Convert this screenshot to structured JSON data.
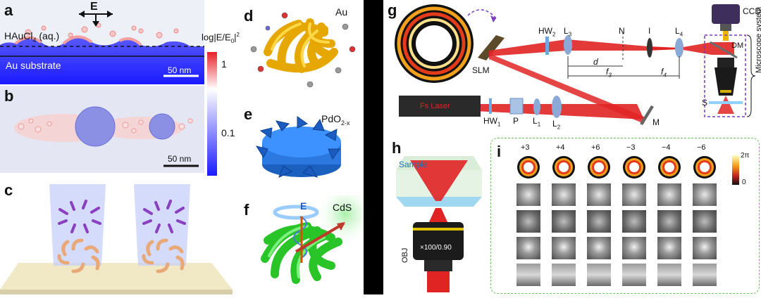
{
  "panels": {
    "a": {
      "label": "a",
      "field_symbol": "E",
      "solution_label_main": "HAuCl",
      "solution_label_sub": "4",
      "solution_label_tail": " (aq.)",
      "substrate_label": "Au substrate",
      "scale_bar": "50 nm"
    },
    "b": {
      "label": "b",
      "scale_bar": "50 nm"
    },
    "colorbar": {
      "title": "log|E/E",
      "title_sub": "0",
      "title_tail": "|",
      "title_sup": "2",
      "tick_high": "1",
      "tick_low": "0.1",
      "colors": [
        "#e8202a",
        "#ffffff",
        "#1a1aff"
      ]
    },
    "c": {
      "label": "c"
    },
    "d": {
      "label": "d",
      "material": "Au"
    },
    "e": {
      "label": "e",
      "material": "PdO",
      "material_sub": "2-x"
    },
    "f": {
      "label": "f",
      "material": "CdS",
      "field_symbol": "E"
    },
    "g": {
      "label": "g",
      "components": {
        "slm": "SLM",
        "hw2": "HW",
        "hw2_sub": "2",
        "l3": "L",
        "l3_sub": "3",
        "n": "N",
        "i": "I",
        "l4": "L",
        "l4_sub": "4",
        "ccd": "CCD",
        "dm": "DM",
        "d": "d",
        "f3": "f",
        "f3_sub": "3",
        "f4": "f",
        "f4_sub": "4",
        "laser": "Fs Laser",
        "hw1": "HW",
        "hw1_sub": "1",
        "p": "P",
        "l1": "L",
        "l1_sub": "1",
        "l2": "L",
        "l2_sub": "2",
        "m": "M",
        "s": "S",
        "microscope": "Microscope system"
      }
    },
    "h": {
      "label": "h",
      "sample": "Sample",
      "objective": "×100/0.90",
      "obj_label": "OBJ"
    },
    "i": {
      "label": "i",
      "charges": [
        "+3",
        "+4",
        "+6",
        "−3",
        "−4",
        "−6"
      ],
      "colorbar_high": "2π",
      "colorbar_low": "0"
    }
  }
}
